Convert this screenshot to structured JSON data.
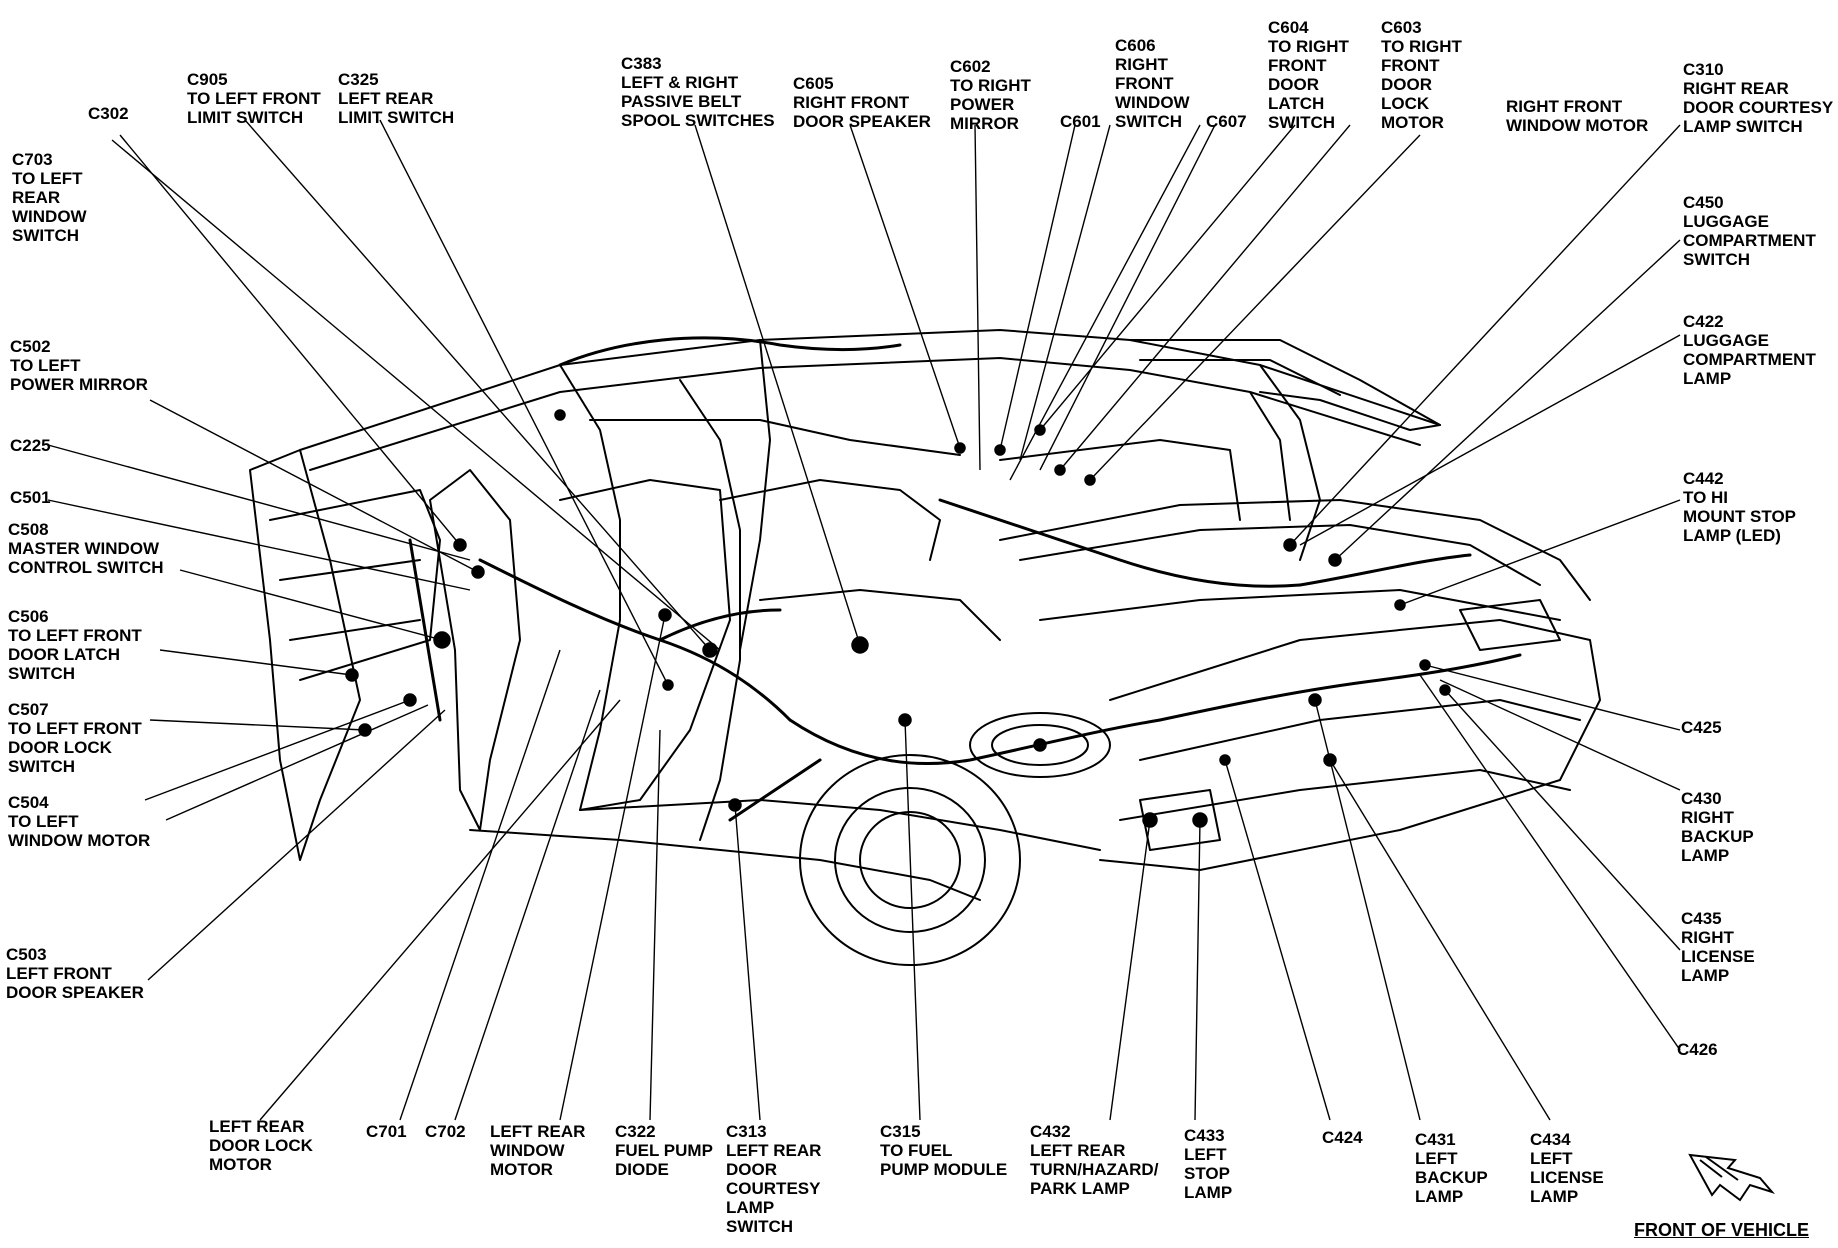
{
  "labels": {
    "c302": "C302",
    "c905": "C905\nTO LEFT FRONT\nLIMIT SWITCH",
    "c325": "C325\nLEFT REAR\nLIMIT SWITCH",
    "c383": "C383\nLEFT & RIGHT\nPASSIVE BELT\nSPOOL SWITCHES",
    "c605": "C605\nRIGHT FRONT\nDOOR SPEAKER",
    "c602": "C602\nTO RIGHT\nPOWER\nMIRROR",
    "c601": "C601",
    "c606": "C606\nRIGHT\nFRONT\nWINDOW\nSWITCH",
    "c607": "C607",
    "c604": "C604\nTO RIGHT\nFRONT\nDOOR\nLATCH\nSWITCH",
    "c603": "C603\nTO RIGHT\nFRONT\nDOOR\nLOCK\nMOTOR",
    "rf_window_motor": "RIGHT FRONT\nWINDOW MOTOR",
    "c310": "C310\nRIGHT REAR\nDOOR COURTESY\nLAMP SWITCH",
    "c703": "C703\nTO LEFT\nREAR\nWINDOW\nSWITCH",
    "c450": "C450\nLUGGAGE\nCOMPARTMENT\nSWITCH",
    "c422": "C422\nLUGGAGE\nCOMPARTMENT\nLAMP",
    "c502": "C502\nTO LEFT\nPOWER MIRROR",
    "c225": "C225",
    "c501": "C501",
    "c508": "C508\nMASTER  WINDOW\nCONTROL SWITCH",
    "c442": "C442\nTO HI\nMOUNT STOP\nLAMP (LED)",
    "c506": "C506\nTO LEFT FRONT\nDOOR LATCH\nSWITCH",
    "c507": "C507\nTO LEFT FRONT\nDOOR  LOCK\nSWITCH",
    "c504": "C504\nTO LEFT\nWINDOW MOTOR",
    "c425": "C425",
    "c430": "C430\nRIGHT\nBACKUP\nLAMP",
    "c435": "C435\nRIGHT\nLICENSE\nLAMP",
    "c503": "C503\nLEFT FRONT\nDOOR SPEAKER",
    "c426": "C426",
    "lr_door_lock": "LEFT REAR\nDOOR LOCK\nMOTOR",
    "c701": "C701",
    "c702": "C702",
    "lr_window_motor": "LEFT REAR\nWINDOW\nMOTOR",
    "c322": "C322\nFUEL PUMP\nDIODE",
    "c313": "C313\nLEFT REAR\nDOOR\nCOURTESY\nLAMP\nSWITCH",
    "c315": "C315\nTO FUEL\nPUMP MODULE",
    "c432": "C432\nLEFT REAR\nTURN/HAZARD/\nPARK LAMP",
    "c433": "C433\nLEFT\nSTOP\nLAMP",
    "c424": "C424",
    "c431": "C431\nLEFT\nBACKUP\nLAMP",
    "c434": "C434\nLEFT\nLICENSE\nLAMP"
  },
  "front_of_vehicle": "FRONT OF VEHICLE",
  "icons": {
    "direction_arrow": "front-direction-arrow-icon"
  }
}
